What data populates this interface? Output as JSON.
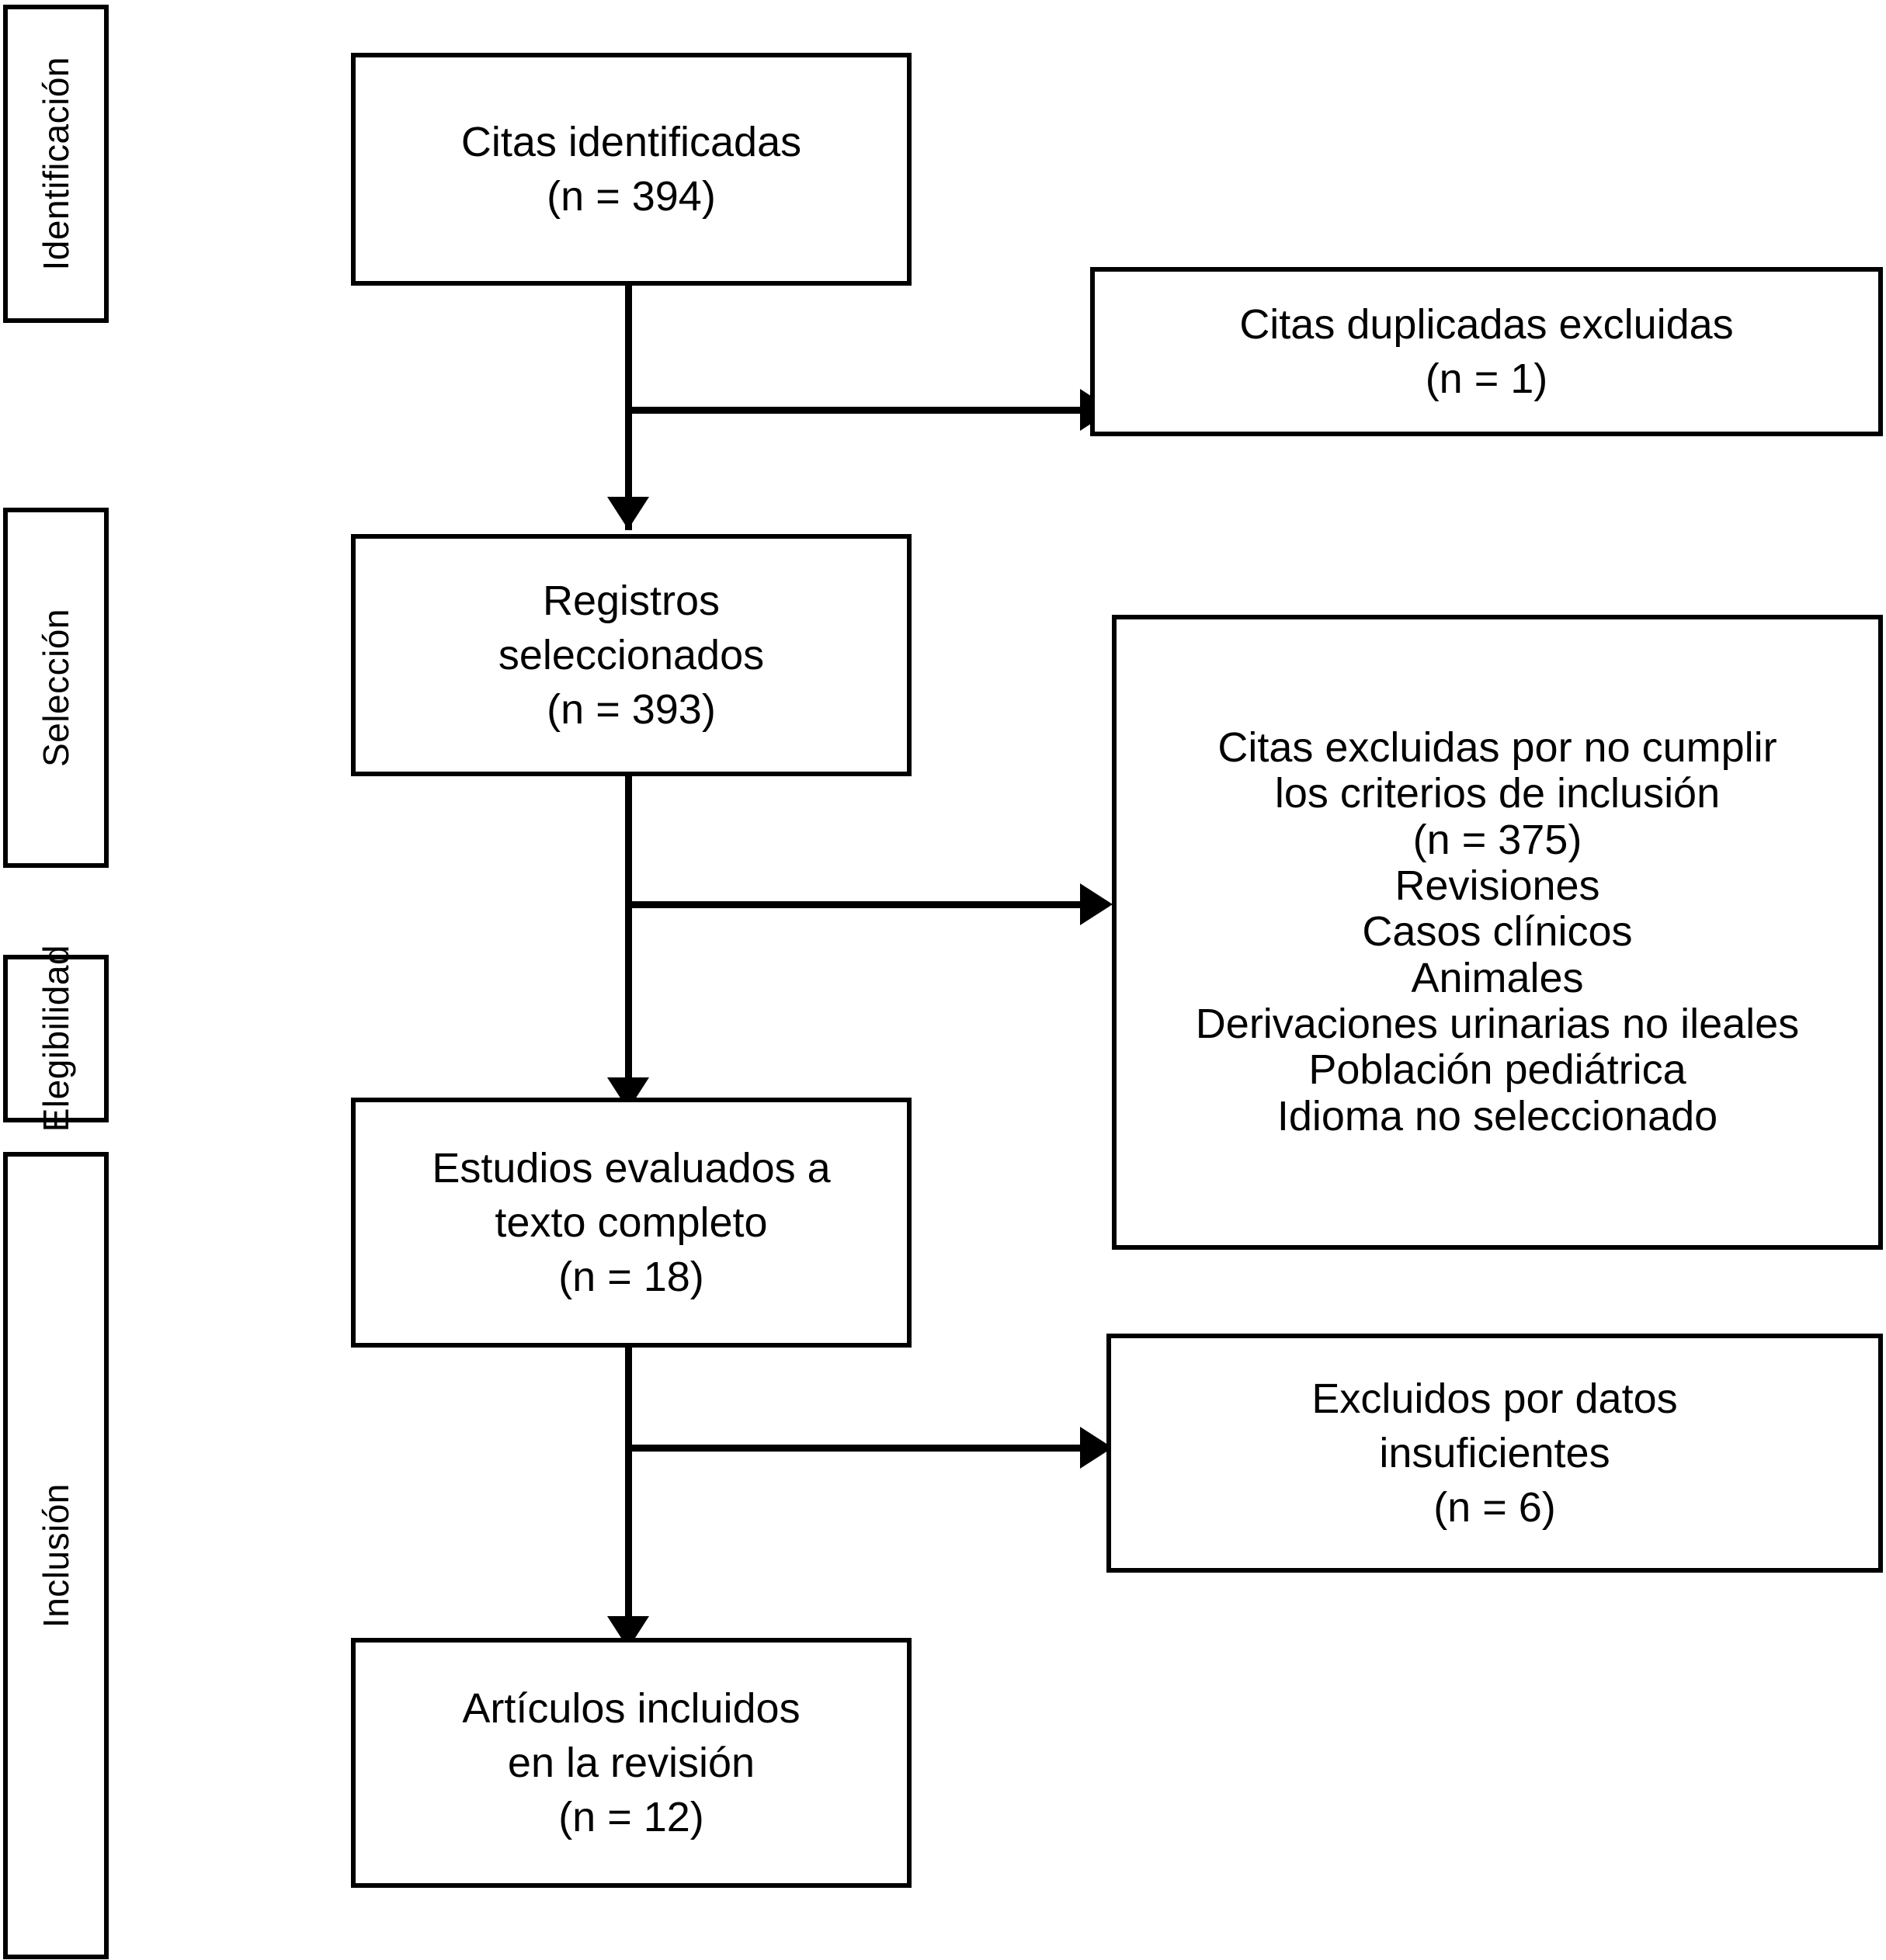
{
  "diagram": {
    "type": "prisma-flow-diagram",
    "language": "es",
    "stage_labels": [
      {
        "id": "identificacion",
        "text": "Identificación"
      },
      {
        "id": "seleccion",
        "text": "Selección"
      },
      {
        "id": "elegibilidad",
        "text": "Elegibilidad"
      },
      {
        "id": "inclusion",
        "text": "Inclusión"
      }
    ],
    "boxes": {
      "identified": {
        "id": "citas-identificadas",
        "lines": [
          "Citas identificadas",
          "(n = 394)"
        ],
        "n": 394
      },
      "duplicates_excluded": {
        "id": "citas-duplicadas-excluidas",
        "lines": [
          "Citas duplicadas excluidas",
          "(n = 1)"
        ],
        "n": 1
      },
      "screened": {
        "id": "registros-seleccionados",
        "lines": [
          "Registros",
          "seleccionados",
          "(n = 393)"
        ],
        "n": 393
      },
      "excluded_criteria": {
        "id": "citas-excluidas-criterios",
        "lines": [
          "Citas excluidas por no cumplir",
          "los criterios de inclusión",
          "(n = 375)",
          "Revisiones",
          "Casos clínicos",
          "Animales",
          "Derivaciones urinarias no ileales",
          "Población pediátrica",
          "Idioma no seleccionado"
        ],
        "n": 375,
        "reasons": [
          "Revisiones",
          "Casos clínicos",
          "Animales",
          "Derivaciones urinarias no ileales",
          "Población pediátrica",
          "Idioma no seleccionado"
        ]
      },
      "fulltext": {
        "id": "estudios-evaluados-texto-completo",
        "lines": [
          "Estudios evaluados a",
          "texto completo",
          "(n = 18)"
        ],
        "n": 18
      },
      "excluded_insufficient": {
        "id": "excluidos-datos-insuficientes",
        "lines": [
          "Excluidos por datos",
          "insuficientes",
          "(n = 6)"
        ],
        "n": 6
      },
      "included": {
        "id": "articulos-incluidos",
        "lines": [
          "Artículos incluidos",
          "en la revisión",
          "(n = 12)"
        ],
        "n": 12
      }
    },
    "colors": {
      "stroke": "#000000",
      "fill": "#ffffff",
      "text": "#000000"
    }
  }
}
